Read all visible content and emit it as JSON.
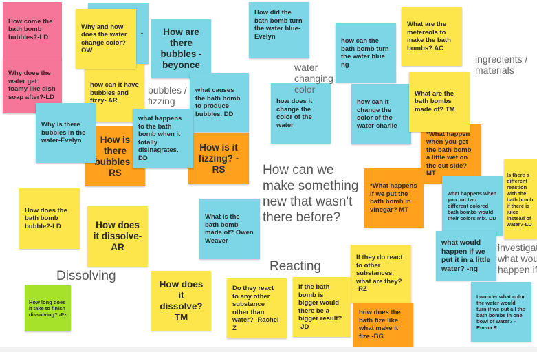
{
  "colors": {
    "cyan": "#7dd6e5",
    "yellow": "#fde64b",
    "orange": "#ffa11c",
    "pink": "#f6769a",
    "green": "#a6e22a"
  },
  "labels": {
    "bubbles": "bubbles / fizzing",
    "water_color": "water changing color",
    "ingredients": "ingredients / materials",
    "driving_question": "How can we make something new that wasn't there before?",
    "dissolving": "Dissolving",
    "reacting": "Reacting",
    "investigating": "investigating what would happen if..."
  },
  "notes": [
    "How come the bath bomb bubbles?-LD",
    "Why does the water get foamy like dish soap after?-LD",
    "-",
    "Why and how does the water change color? OW",
    "how can it have bubbles and fizzy- AR",
    "How are there bubbles -beyonce",
    "what causes the bath bomb to produce bubbles.  DD",
    "Why is there bubbles in the water-Evelyn",
    "How is there bubbles -RS",
    "what happens to the bath bomb when it totally disinagrates. DD",
    "How is it fizzing? -RS",
    "How did the bath bomb turn the water blue- Evelyn",
    "how can the bath bomb turn the water blue ng",
    "What are the metereols to make the bath bombs? AC",
    "how does it change the color of the water",
    "how can it change the color of the water-charlie",
    "What are the bath bombs made of? TM",
    "*What happen when you get the bath bomb a little wet on the out side? MT",
    "Is there a different reaction with the bath bomb if there is juice instead of water?-LD",
    "what happens when you put two different colored bath bombs would their colors mix. DD",
    "*What happens if we put the bath bomb in vinegar? MT",
    "What is the bath bomb made of? Owen Weaver",
    "How does the bath bomb bubble?-LD",
    "How does it dissolve- AR",
    "How long does it take to finish dissolving? -Pz",
    "How does it dissolve? TM",
    "Do they react to any other substance other than water? -Rachel Z",
    "if the bath bomb is bigger would there be a bigger result? -JD",
    "If they do react to other substances, what are they? -RZ",
    "how does the bath fize like what make it fize -BG",
    "what would happen if we put it in a little water?     -ng",
    "I wonder what color the water would turn if we put all the bath bombs in one bowl of water? -Emma R"
  ]
}
